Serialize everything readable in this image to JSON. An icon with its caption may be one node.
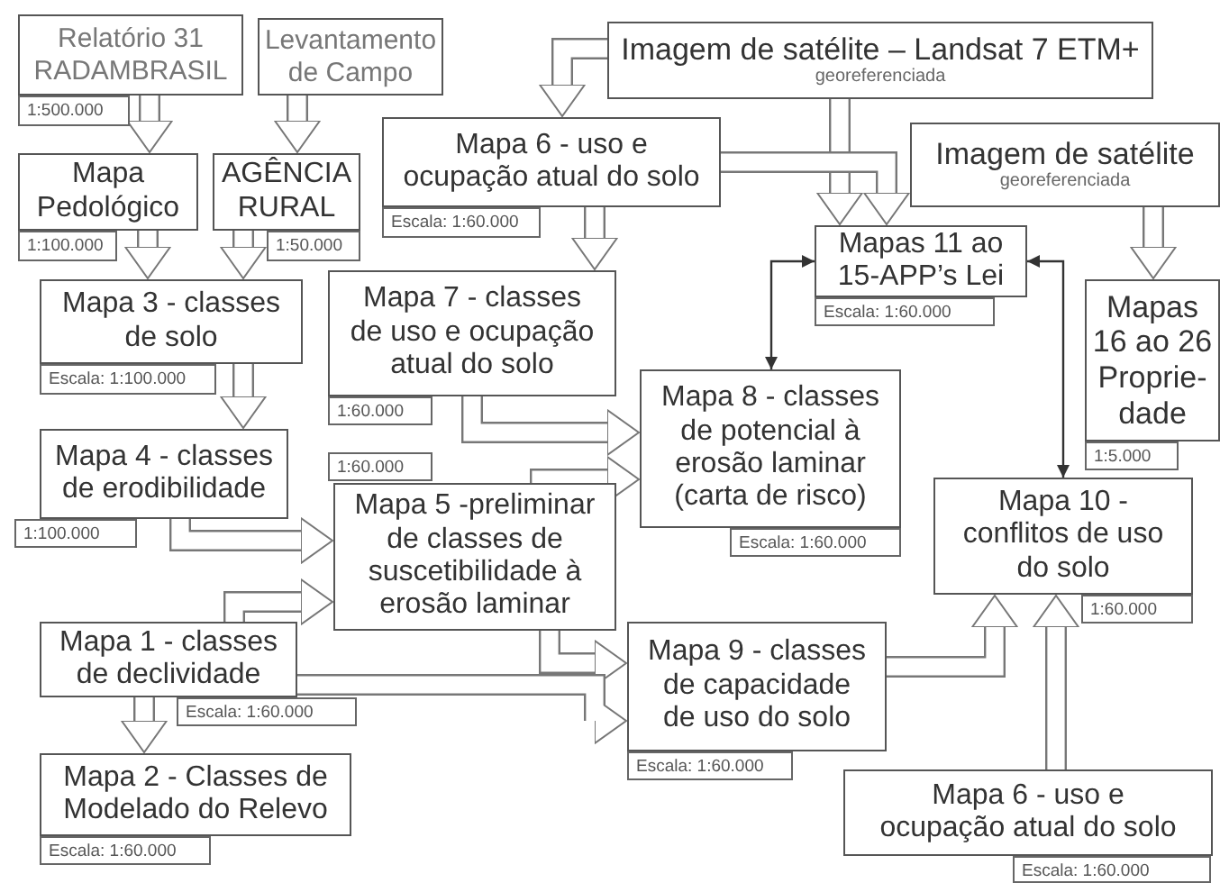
{
  "diagram": {
    "nodes": [
      {
        "text": [
          "Relatório 31 RADAMBRASIL"
        ],
        "beside": [
          "1:500.000"
        ]
      },
      {
        "text": [
          "Levantamento de Campo"
        ]
      },
      {
        "text": [
          "Imagem de satélite – Landsat 7 ETM+",
          "georeferenciada"
        ]
      },
      {
        "text": [
          "Mapa Pedológico"
        ],
        "beside": [
          "1:100.000"
        ]
      },
      {
        "text": [
          "AGÊNCIA RURAL"
        ],
        "beside": [
          "1:50.000"
        ]
      },
      {
        "text": [
          "Mapa 6 - uso e ocupação atual do solo"
        ],
        "beside": [
          "Escala: 1:60.000"
        ]
      },
      {
        "text": [
          "Imagem de satélite",
          "georeferenciada"
        ]
      },
      {
        "text": [
          "Mapas 11 ao 15-APP’s Lei"
        ],
        "beside": [
          "Escala: 1:60.000"
        ]
      },
      {
        "text": [
          "Mapa 3 - classes de solo"
        ],
        "beside": [
          "Escala: 1:100.000"
        ]
      },
      {
        "text": [
          "Mapa 7 - classes de uso e ocupação atual do solo"
        ],
        "beside": [
          "1:60.000"
        ]
      },
      {
        "text": [
          "Mapas 16 ao 26 Proprie- dade"
        ],
        "beside": [
          "1:5.000"
        ]
      },
      {
        "text": [
          "Mapa 4 - classes de erodibilidade"
        ],
        "beside": [
          "1:100.000"
        ]
      },
      {
        "text": [
          "Mapa 8 - classes de potencial à erosão laminar (carta de risco)"
        ],
        "beside": [
          "Escala: 1:60.000"
        ]
      },
      {
        "text": [
          "Mapa 10 - conflitos de uso do solo"
        ],
        "beside": [
          "1:60.000"
        ]
      },
      {
        "text": [
          "Mapa 5 -preliminar de classes de suscetibilidade à erosão laminar"
        ],
        "beside": [
          "1:60.000"
        ]
      },
      {
        "text": [
          "Mapa 1 - classes de declividade"
        ],
        "beside": [
          "Escala: 1:60.000"
        ]
      },
      {
        "text": [
          "Mapa 9 - classes de capacidade de uso do solo"
        ],
        "beside": [
          "Escala: 1:60.000"
        ]
      },
      {
        "text": [
          "Mapa 2 - Classes de Modelado do Relevo"
        ],
        "beside": [
          "Escala: 1:60.000"
        ]
      },
      {
        "text": [
          "Mapa 6 - uso e ocupação atual do solo"
        ],
        "beside": [
          "Escala: 1:60.000"
        ]
      }
    ],
    "edges": [
      {
        "from": 0,
        "to": 3,
        "arrow": "to"
      },
      {
        "from": 1,
        "to": 4,
        "arrow": "to"
      },
      {
        "from": 3,
        "to": 8,
        "arrow": "to"
      },
      {
        "from": 4,
        "to": 8,
        "arrow": "to"
      },
      {
        "from": 2,
        "to": 5,
        "arrow": "to"
      },
      {
        "from": 5,
        "to": 9,
        "arrow": "to"
      },
      {
        "from": 8,
        "to": 11,
        "arrow": "to"
      },
      {
        "from": 2,
        "to": 7,
        "arrow": "to"
      },
      {
        "from": 5,
        "to": 7,
        "arrow": "to"
      },
      {
        "from": 6,
        "to": 10,
        "arrow": "to"
      },
      {
        "from": 7,
        "to": 12,
        "arrow": "both"
      },
      {
        "from": 7,
        "to": 13,
        "arrow": "both"
      },
      {
        "from": 11,
        "to": 14,
        "arrow": "to"
      },
      {
        "from": 15,
        "to": 14,
        "arrow": "to"
      },
      {
        "from": 9,
        "to": 12,
        "arrow": "to"
      },
      {
        "from": 14,
        "to": 12,
        "arrow": "to"
      },
      {
        "from": 14,
        "to": 16,
        "arrow": "to"
      },
      {
        "from": 15,
        "to": 16,
        "arrow": "to"
      },
      {
        "from": 15,
        "to": 17,
        "arrow": "to"
      },
      {
        "from": 16,
        "to": 13,
        "arrow": "to"
      },
      {
        "from": 18,
        "to": 13,
        "arrow": "to"
      }
    ]
  }
}
